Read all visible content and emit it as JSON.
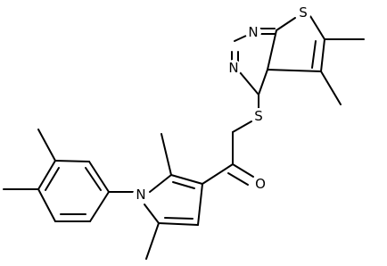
{
  "molecule": {
    "atoms": {
      "s_thiophene": "S",
      "n_top": "N",
      "n_left": "N",
      "s_thioether": "S",
      "o_carbonyl": "O",
      "n_pyrrole": "N"
    },
    "colors": {
      "bonds": "#000000",
      "labels": "#000000",
      "background": "#ffffff"
    }
  }
}
